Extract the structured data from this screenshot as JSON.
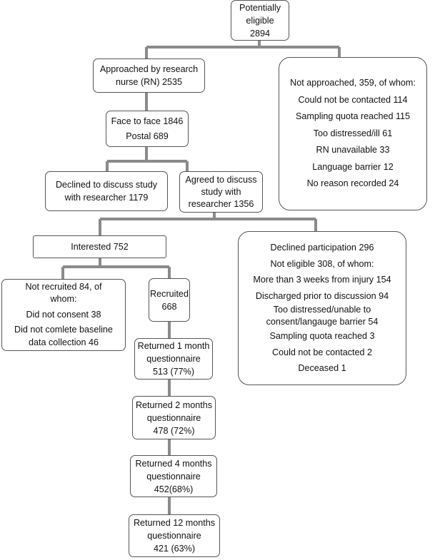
{
  "nodes": {
    "eligible": [
      "Potentially",
      "eligible",
      "2894"
    ],
    "approached": [
      "Approached by research",
      "nurse (RN) 2535"
    ],
    "not_approached": [
      "Not approached, 359, of whom:",
      "Could not be contacted 114",
      "Sampling quota reached 115",
      "Too distressed/ill  61",
      "RN unavailable  33",
      "Language barrier 12",
      "No reason recorded 24"
    ],
    "mode": [
      "Face to face 1846",
      "Postal 689"
    ],
    "declined_discuss": [
      "Declined to discuss study",
      "with researcher 1179"
    ],
    "agreed_discuss": [
      "Agreed to discuss",
      "study with",
      "researcher 1356"
    ],
    "interested": [
      "Interested 752"
    ],
    "declined_participation": [
      "Declined participation 296",
      "Not eligible 308, of whom:",
      "More than 3 weeks from injury 154",
      "Discharged prior to discussion 94",
      "Too distressed/unable to",
      "consent/langauge barrier 54",
      "Sampling quota reached 3",
      "Could not be contacted 2",
      "Deceased 1"
    ],
    "not_recruited": [
      "Not recruited 84, of",
      "whom:",
      "Did not consent 38",
      "Did not comlete baseline",
      "data collection 46"
    ],
    "recruited": [
      "Recruited",
      "668"
    ],
    "month1": [
      "Returned 1 month",
      "questionnaire",
      "513 (77%)"
    ],
    "month2": [
      "Returned 2 months",
      "questionnaire",
      "478 (72%)"
    ],
    "month4": [
      "Returned 4 months",
      "questionnaire",
      "452(68%)"
    ],
    "month12": [
      "Returned 12 months",
      "questionnaire",
      "421 (63%)"
    ]
  },
  "colors": {
    "connector": "#8a8a8a",
    "border": "#555555"
  }
}
